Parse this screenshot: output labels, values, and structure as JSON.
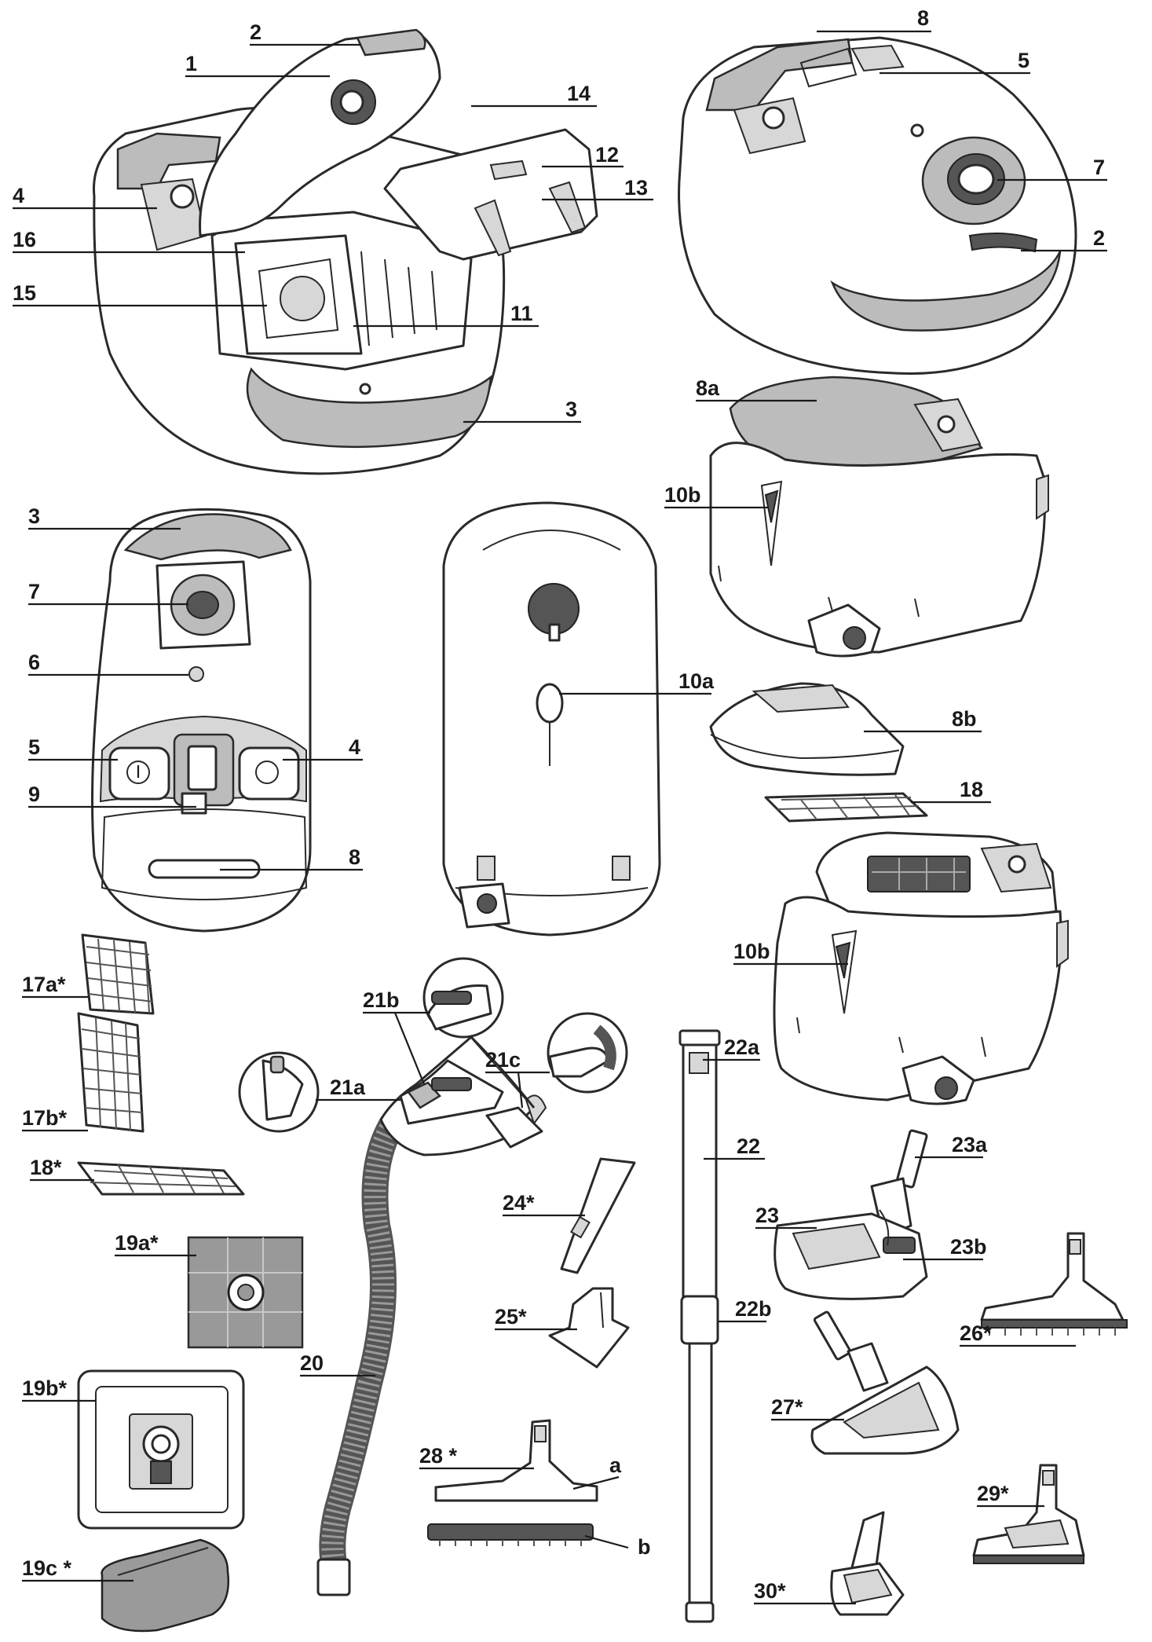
{
  "labels": {
    "l1": "1",
    "l2": "2",
    "l14": "14",
    "l12": "12",
    "l13": "13",
    "l4": "4",
    "l16": "16",
    "l15": "15",
    "l11": "11",
    "l3": "3",
    "l8": "8",
    "l5": "5",
    "l7": "7",
    "l2b": "2",
    "l8a": "8a",
    "l10b": "10b",
    "l3b": "3",
    "l7b": "7",
    "l6": "6",
    "l5b": "5",
    "l4b": "4",
    "l9": "9",
    "l8c": "8",
    "l10a": "10a",
    "l8b": "8b",
    "l18": "18",
    "l10b2": "10b",
    "l17a": "17a*",
    "l17b": "17b*",
    "l18s": "18*",
    "l19a": "19a*",
    "l19b": "19b*",
    "l19c": "19c *",
    "l21b": "21b",
    "l21c": "21c",
    "l21a": "21a",
    "l20": "20",
    "l24": "24*",
    "l25": "25*",
    "l28": "28 *",
    "la": "a",
    "lb": "b",
    "l22a": "22a",
    "l22": "22",
    "l22b": "22b",
    "l23a": "23a",
    "l23": "23",
    "l23b": "23b",
    "l26": "26*",
    "l27": "27*",
    "l29": "29*",
    "l30": "30*"
  },
  "colors": {
    "ink": "#1a1a1a",
    "grey": "#bcbcbc",
    "light_grey": "#d7d7d7",
    "dark": "#555555"
  }
}
